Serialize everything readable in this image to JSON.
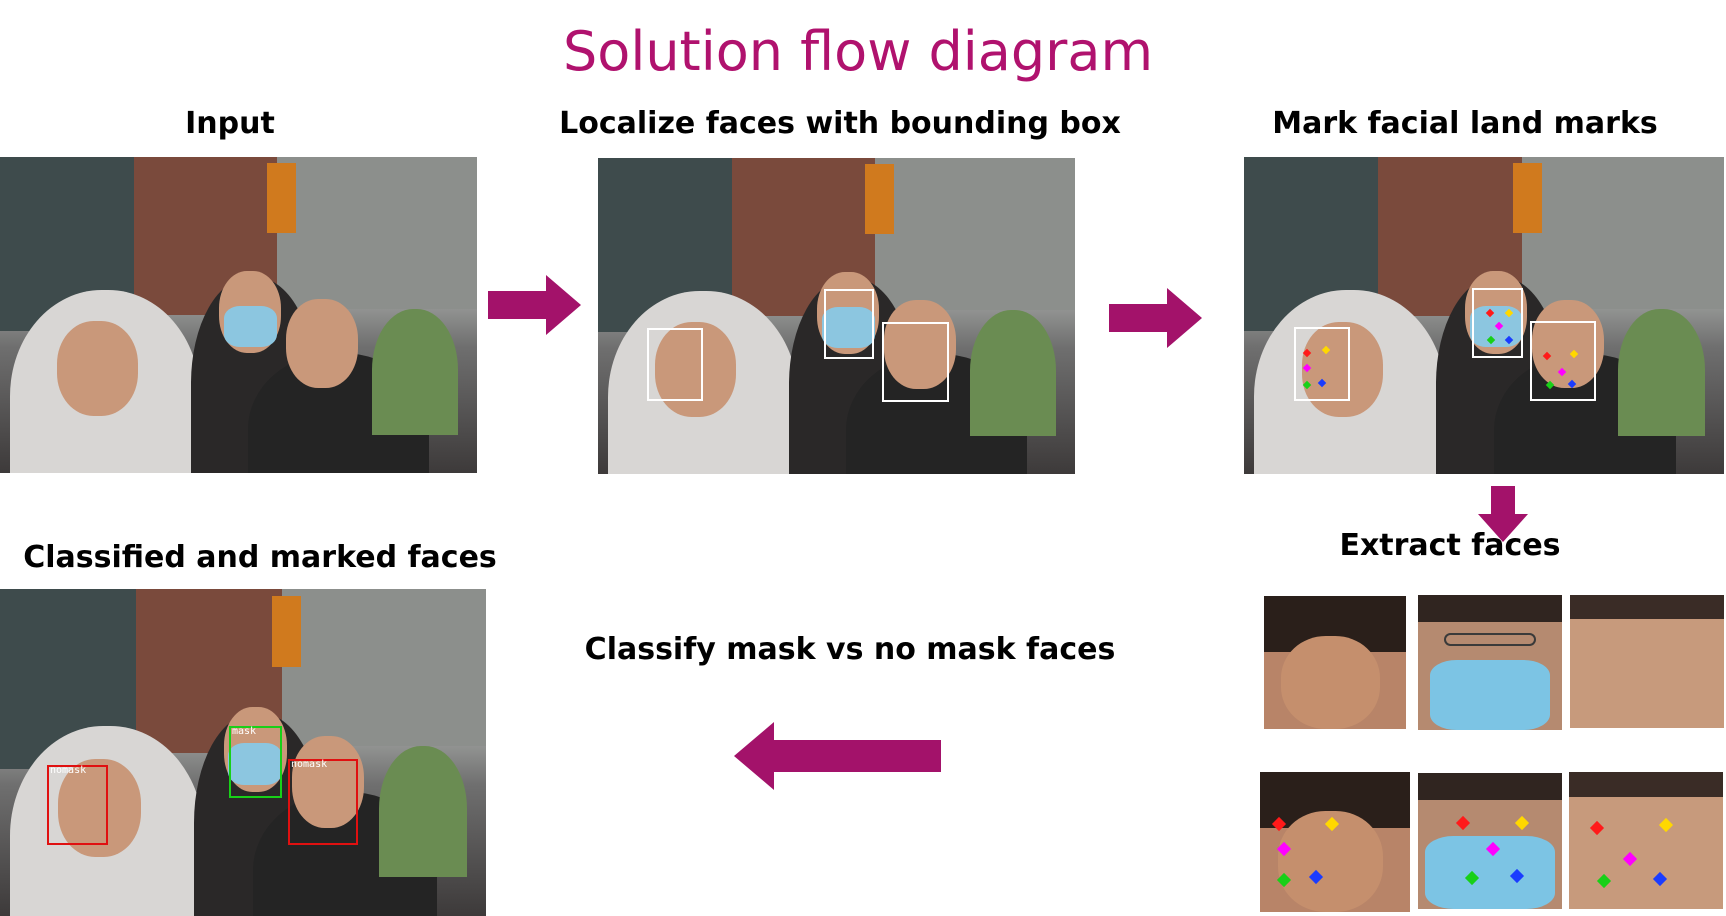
{
  "title": "Solution flow diagram",
  "steps": {
    "input": "Input",
    "localize": "Localize faces with bounding box",
    "landmarks": "Mark facial land marks",
    "extract": "Extract faces",
    "classify": "Classify mask vs no mask faces",
    "classified": "Classified and marked faces"
  },
  "box_labels": {
    "left": "nomask",
    "middle": "mask",
    "right": "nomask"
  },
  "colors": {
    "title": "#b0126e",
    "arrow": "#a3126a",
    "mask_box": "#18d018",
    "nomask_box": "#e01010"
  }
}
